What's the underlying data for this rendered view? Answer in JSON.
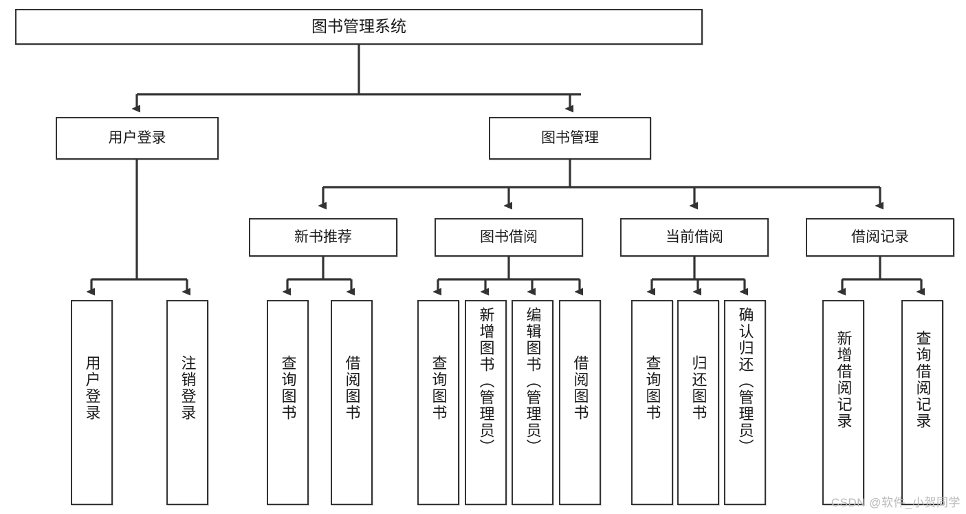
{
  "diagram": {
    "title": "图书管理系统",
    "type": "tree-hierarchy",
    "stroke_color": "#333333",
    "background_color": "#ffffff",
    "text_color": "#1a1a1a"
  },
  "nodes": {
    "root": {
      "label": "图书管理系统"
    },
    "level2": [
      {
        "label": "用户登录"
      },
      {
        "label": "图书管理"
      }
    ],
    "level3": [
      {
        "label": "新书推荐"
      },
      {
        "label": "图书借阅"
      },
      {
        "label": "当前借阅"
      },
      {
        "label": "借阅记录"
      }
    ],
    "leaves_user_login": [
      {
        "label": "用户登录"
      },
      {
        "label": "注销登录"
      }
    ],
    "leaves_new_book": [
      {
        "label": "查询图书"
      },
      {
        "label": "借阅图书"
      }
    ],
    "leaves_borrow": [
      {
        "label": "查询图书"
      },
      {
        "label": "新增图书（管理员）"
      },
      {
        "label": "编辑图书（管理员）"
      },
      {
        "label": "借阅图书"
      }
    ],
    "leaves_current": [
      {
        "label": "查询图书"
      },
      {
        "label": "归还图书"
      },
      {
        "label": "确认归还（管理员）"
      }
    ],
    "leaves_record": [
      {
        "label": "新增借阅记录"
      },
      {
        "label": "查询借阅记录"
      }
    ]
  },
  "watermark": {
    "text": "CSDN @软件_小贺同学"
  }
}
